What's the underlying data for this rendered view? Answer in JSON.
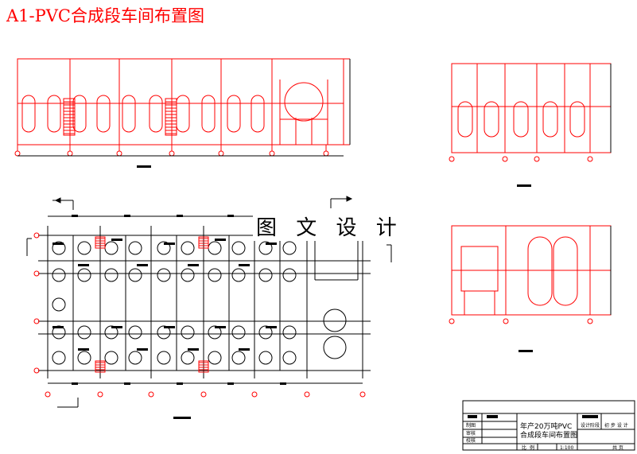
{
  "title": "A1-PVC合成段车间布置图",
  "watermark": "图 文 设 计",
  "title_block": {
    "project_line1": "年产20万吨PVC",
    "project_line2": "合成段车间布置图",
    "row_labels": [
      "制图",
      "审核",
      "校核"
    ],
    "scale_label": "比",
    "scale_label2": "例",
    "scale_value": "1:100",
    "sheet_label": "共 页",
    "design_stage": "设计阶段",
    "stage_value": "初 步 设 计"
  },
  "colors": {
    "drawing_red": "#ff0000",
    "ink_black": "#000000",
    "background": "#ffffff"
  },
  "icons": [
    "section-arrow-icon",
    "grid-bubble-icon",
    "staircase-icon",
    "tank-icon"
  ]
}
